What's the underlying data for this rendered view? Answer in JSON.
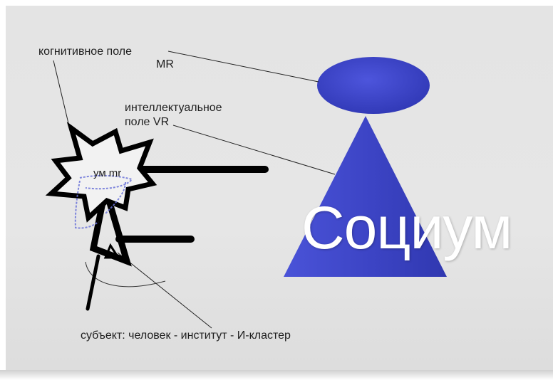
{
  "labels": {
    "cognitive_field": "когнитивное поле",
    "mr": "MR",
    "intellectual_field_line1": "интеллектуальное",
    "intellectual_field_line2": "поле VR",
    "mind": "ум mr",
    "subject_chain": "субъект: человек -  институт -  И-кластер",
    "society": "Социум"
  },
  "colors": {
    "background": "#e5e5e5",
    "figure_blue": "#3f46c8",
    "stroke_black": "#000000",
    "society_text": "#ffffff"
  }
}
